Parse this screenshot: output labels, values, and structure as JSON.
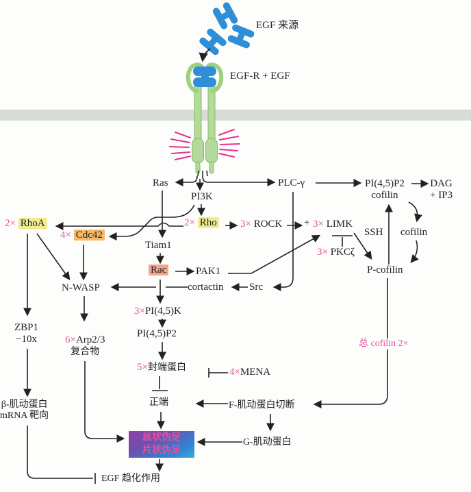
{
  "diagram_title": "EGF chemotaxis signaling pathway",
  "colors": {
    "egf_blue": "#2e8ed8",
    "receptor_green_fill": "#b3da9a",
    "receptor_green_stroke": "#84bb66",
    "membrane_gray": "#d8dcd7",
    "spike_magenta": "#e5318e",
    "line_dark": "#222222",
    "multiplier_pink": "#e0549c",
    "box_yellow": "#f0eb8f",
    "box_orange": "#f4b867",
    "box_salmon": "#f2a78d",
    "pseudopod_gradient_top": "#9340a6",
    "pseudopod_gradient_bottom": "#3fa9e0",
    "pseudopod_text_pink": "#ea4f9b"
  },
  "nodes": {
    "egf_source": "EGF 来源",
    "egfr_egf": "EGF-R + EGF",
    "ras": "Ras",
    "pi3k": "PI3K",
    "plc_gamma": "PLC-γ",
    "pip2_cofilin_l1": "PI(4,5)P2",
    "pip2_cofilin_l2": "cofilin",
    "dag_l1": "DAG",
    "dag_l2": "+ IP3",
    "rhoa_mult": "2×",
    "rhoa": "RhoA",
    "rho_mult": "2×",
    "rho": "Rho",
    "rock_mult": "3×",
    "rock": "ROCK",
    "plus_sign": "+",
    "limk_mult": "3×",
    "limk": "LIMK",
    "cdc42_mult": "4×",
    "cdc42": "Cdc42",
    "tiam1": "Tiam1",
    "rac": "Rac",
    "pak1": "PAK1",
    "cortactin": "cortactin",
    "src": "Src",
    "pkcz_mult": "3×",
    "pkcz": "PKCζ",
    "ssh": "SSH",
    "cofilin_free": "cofilin",
    "p_cofilin": "P-cofilin",
    "nwasp": "N-WASP",
    "zbp1_l1": "ZBP1",
    "zbp1_l2": "−10x",
    "arp_mult": "6×",
    "arp_l1": "Arp2/3",
    "arp_l2": "复合物",
    "pi45k_mult": "3×",
    "pi45k": "PI(4,5)K",
    "pip2_b": "PI(4,5)P2",
    "cap_mult": "5×",
    "cap": "封端蛋白",
    "mena_mult": "4×",
    "mena": "MENA",
    "plus_end": "正端",
    "f_actin_sever": "F-肌动蛋白切断",
    "g_actin": "G-肌动蛋白",
    "total_cofilin": "总 cofilin 2×",
    "beta_actin_l1": "β-肌动蛋白",
    "beta_actin_l2": "mRNA 靶向",
    "pseudopod_l1": "丝状伪足",
    "pseudopod_l2": "片状伪足",
    "chemotaxis": "EGF 趋化作用"
  }
}
